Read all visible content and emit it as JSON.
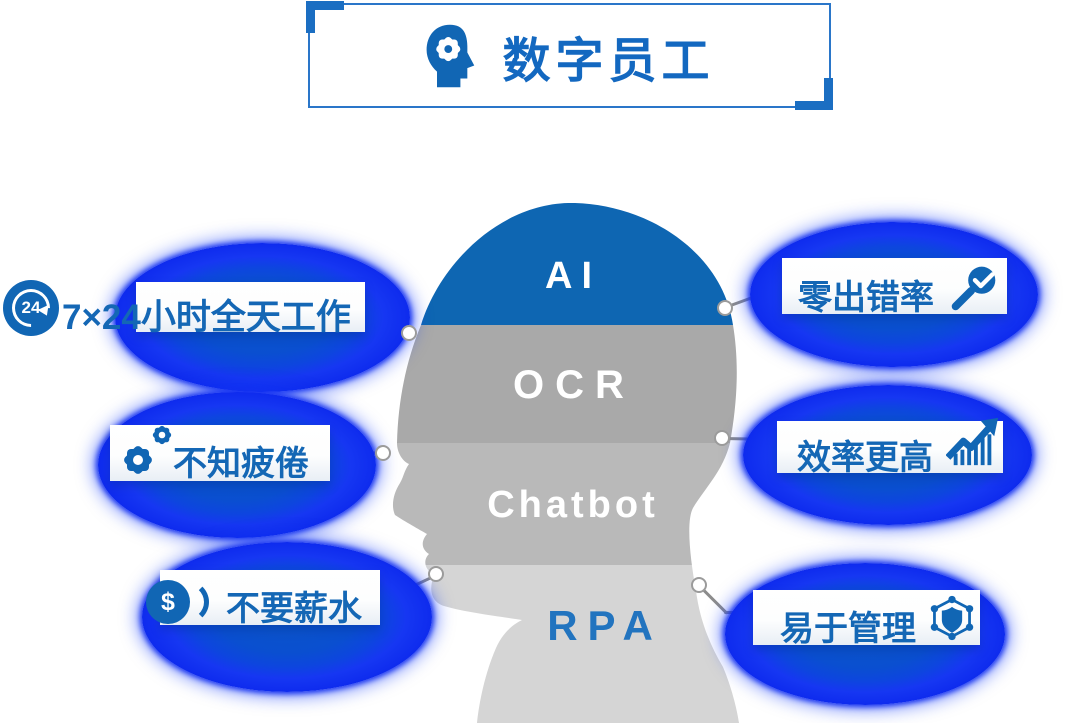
{
  "title": {
    "label": "数字员工",
    "icon": "head-gear-icon"
  },
  "head": {
    "sections": [
      {
        "label": "AI",
        "color": "#0e66b2",
        "label_color": "#ffffff"
      },
      {
        "label": "OCR",
        "color": "#a9a9a9",
        "label_color": "#ffffff"
      },
      {
        "label": "Chatbot",
        "color": "#b9b9b9",
        "label_color": "#ffffff"
      },
      {
        "label": "RPA",
        "color": "#d5d5d5",
        "label_color": "#2274bf"
      }
    ]
  },
  "features_left": [
    {
      "label": "7×24小时全天工作",
      "icon": "24-hour-clock-icon",
      "icon_text": "24"
    },
    {
      "label": "不知疲倦",
      "icon": "gears-icon"
    },
    {
      "label": "不要薪水",
      "icon": "dollar-coin-icon"
    }
  ],
  "features_right": [
    {
      "label": "零出错率",
      "icon": "magnifier-check-icon"
    },
    {
      "label": "效率更高",
      "icon": "growth-arrow-icon"
    },
    {
      "label": "易于管理",
      "icon": "network-shield-icon"
    }
  ],
  "colors": {
    "accent_blue": "#1166b4",
    "title_text": "#1368c0",
    "bubble_fill": "#0a4fd0",
    "bubble_glow": "#1430f0",
    "card_text": "#1467b5",
    "rpa_text": "#2274bf",
    "connector_gray": "#8c8c8c"
  }
}
